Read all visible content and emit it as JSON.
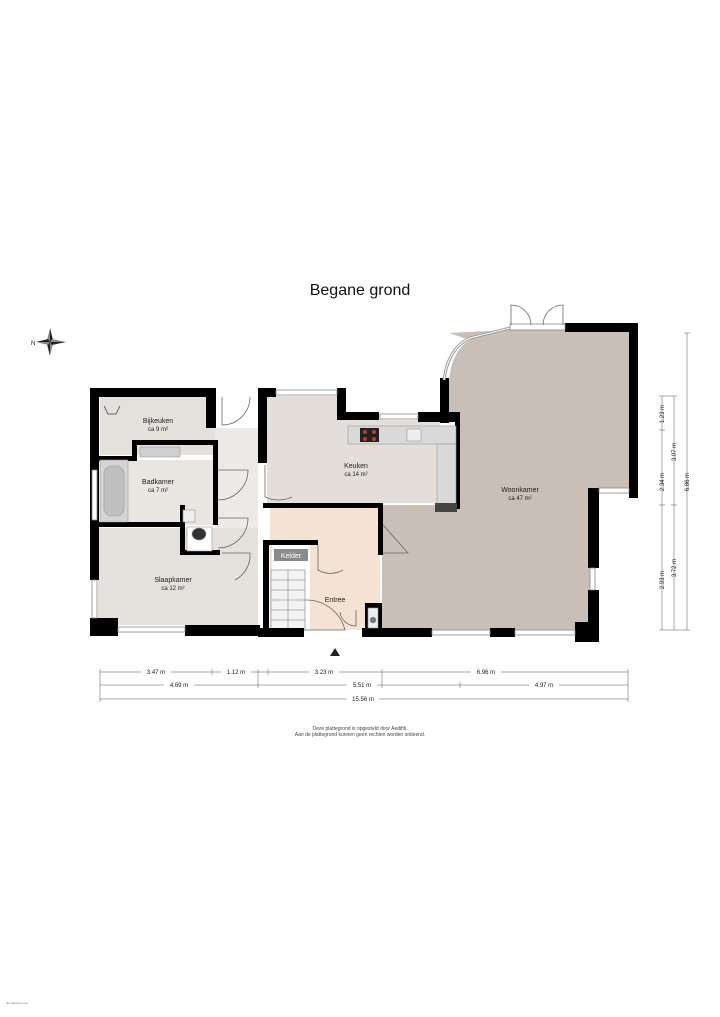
{
  "title": "Begane grond",
  "compass": {
    "label": "N"
  },
  "rooms": {
    "bijkeuken": {
      "name": "Bijkeuken",
      "area": "ca 9 m²"
    },
    "badkamer": {
      "name": "Badkamer",
      "area": "ca 7 m²"
    },
    "slaapkamer": {
      "name": "Slaapkamer",
      "area": "ca 12 m²"
    },
    "keuken": {
      "name": "Keuken",
      "area": "ca 14 m²"
    },
    "entree": {
      "name": "Entree"
    },
    "kelder": {
      "name": "Kelder"
    },
    "woonkamer": {
      "name": "Woonkamer",
      "area": "ca 47 m²"
    }
  },
  "dimensions": {
    "row1": [
      "3.47 m",
      "1.12 m",
      "3.23 m",
      "6.96 m"
    ],
    "row2": [
      "4.69 m",
      "5.51 m",
      "4.97 m"
    ],
    "row3": [
      "15.56 m"
    ],
    "right_inner": [
      "1.23 m",
      "2.34 m",
      "2.93 m"
    ],
    "right_mid": [
      "3.07 m",
      "3.72 m"
    ],
    "right_outer": [
      "6.86 m"
    ]
  },
  "disclaimer": {
    "line1": "Deze plattegrond is opgesteld door Aedifiti.",
    "line2": "Aan de plattegrond kunnen geen rechten worden ontleend."
  },
  "credit": "floorplanner.com",
  "colors": {
    "wall": "#000000",
    "living": "#c9bfb6",
    "kitchen": "#e3deda",
    "entree": "#f4e2d2",
    "bath": "#e9e6e2",
    "hall": "#eceae7",
    "bedroom": "#e4e0db"
  }
}
